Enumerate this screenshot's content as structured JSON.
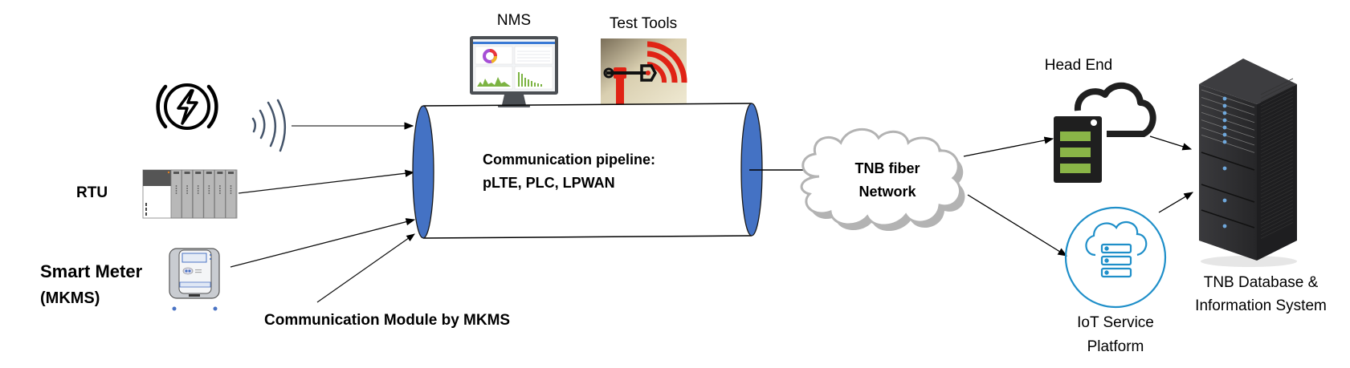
{
  "diagram": {
    "title": "AMI communication architecture",
    "colors": {
      "pipe_end": "#4472c4",
      "cloud_gray": "#b3b3b3",
      "iot_blue": "#1f8fc9",
      "head_end_green": "#8ab547",
      "test_tools_red": "#e02315",
      "rack_dark": "#2c2c2e"
    },
    "sources": {
      "electric": {
        "icon": "lightning-bolt-icon",
        "wireless_icon": "wireless-signal-icon"
      },
      "rtu": {
        "label": "RTU",
        "icon": "rtu-rack-icon"
      },
      "smart_meter": {
        "label_line1": "Smart Meter",
        "label_line2": "(MKMS)",
        "icon": "smart-meter-icon"
      }
    },
    "tools": {
      "nms": {
        "label": "NMS",
        "icon": "nms-monitor-icon"
      },
      "test_tools": {
        "label": "Test Tools",
        "icon": "test-tools-icon"
      }
    },
    "pipeline": {
      "label_line1": "Communication pipeline:",
      "label_line2": "pLTE, PLC, LPWAN"
    },
    "comm_module": {
      "label": "Communication Module by MKMS"
    },
    "network": {
      "label_line1": "TNB fiber",
      "label_line2": "Network",
      "icon": "cloud-icon"
    },
    "head_end": {
      "label": "Head End",
      "icon": "cloud-server-icon"
    },
    "iot_platform": {
      "label_line1": "IoT Service",
      "label_line2": "Platform",
      "icon": "iot-cloud-server-icon"
    },
    "database": {
      "label_line1": "TNB Database &",
      "label_line2": "Information System",
      "icon": "server-rack-icon"
    },
    "connections": [
      {
        "from": "electric",
        "to": "pipeline"
      },
      {
        "from": "rtu",
        "to": "pipeline"
      },
      {
        "from": "smart_meter",
        "to": "pipeline"
      },
      {
        "from": "comm_module",
        "to": "pipeline"
      },
      {
        "from": "pipeline",
        "to": "network"
      },
      {
        "from": "network",
        "to": "head_end"
      },
      {
        "from": "network",
        "to": "iot_platform"
      },
      {
        "from": "head_end",
        "to": "database"
      },
      {
        "from": "iot_platform",
        "to": "database"
      }
    ]
  }
}
